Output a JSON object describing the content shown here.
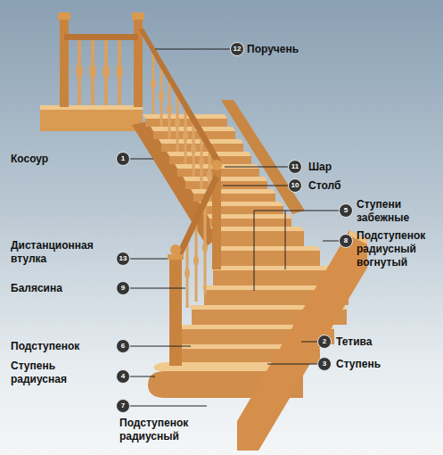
{
  "diagram": {
    "labels": [
      "Поручень",
      "12",
      "Косоур",
      "1",
      "11",
      "Шар",
      "10",
      "Столб",
      "5",
      "Ступени забежные",
      "8",
      "Подступенок радиусный вогнутый",
      "Дистанционная втулка",
      "13",
      "Балясина",
      "9",
      "2",
      "Тетива",
      "Подступенок",
      "6",
      "3",
      "Ступень",
      "Ступень радиусная",
      "4",
      "7",
      "Подступенок радиусный"
    ]
  }
}
